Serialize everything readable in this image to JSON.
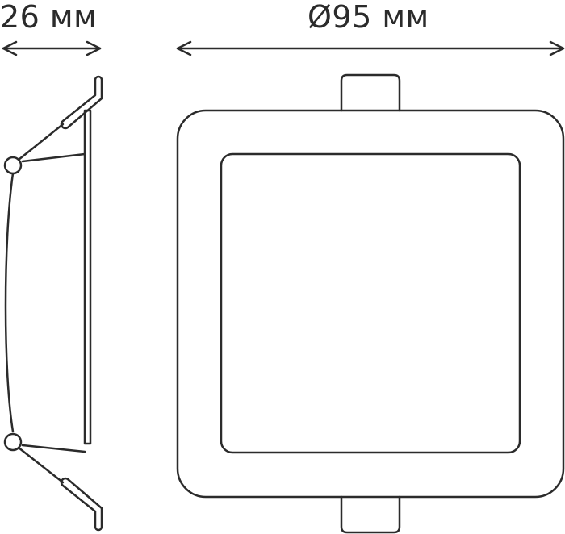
{
  "dimensions": {
    "depth": {
      "label": "26 мм",
      "value": 26,
      "unit": "мм"
    },
    "diameter": {
      "label": "Ø95 мм",
      "value": 95,
      "unit": "мм",
      "symbol": "Ø"
    }
  },
  "views": {
    "side_view": {
      "description": "side profile of recessed luminaire with spring clips"
    },
    "front_view": {
      "description": "square panel with rounded corners and two mounting tabs"
    }
  },
  "colors": {
    "stroke": "#2b2b2b",
    "background": "#ffffff"
  }
}
